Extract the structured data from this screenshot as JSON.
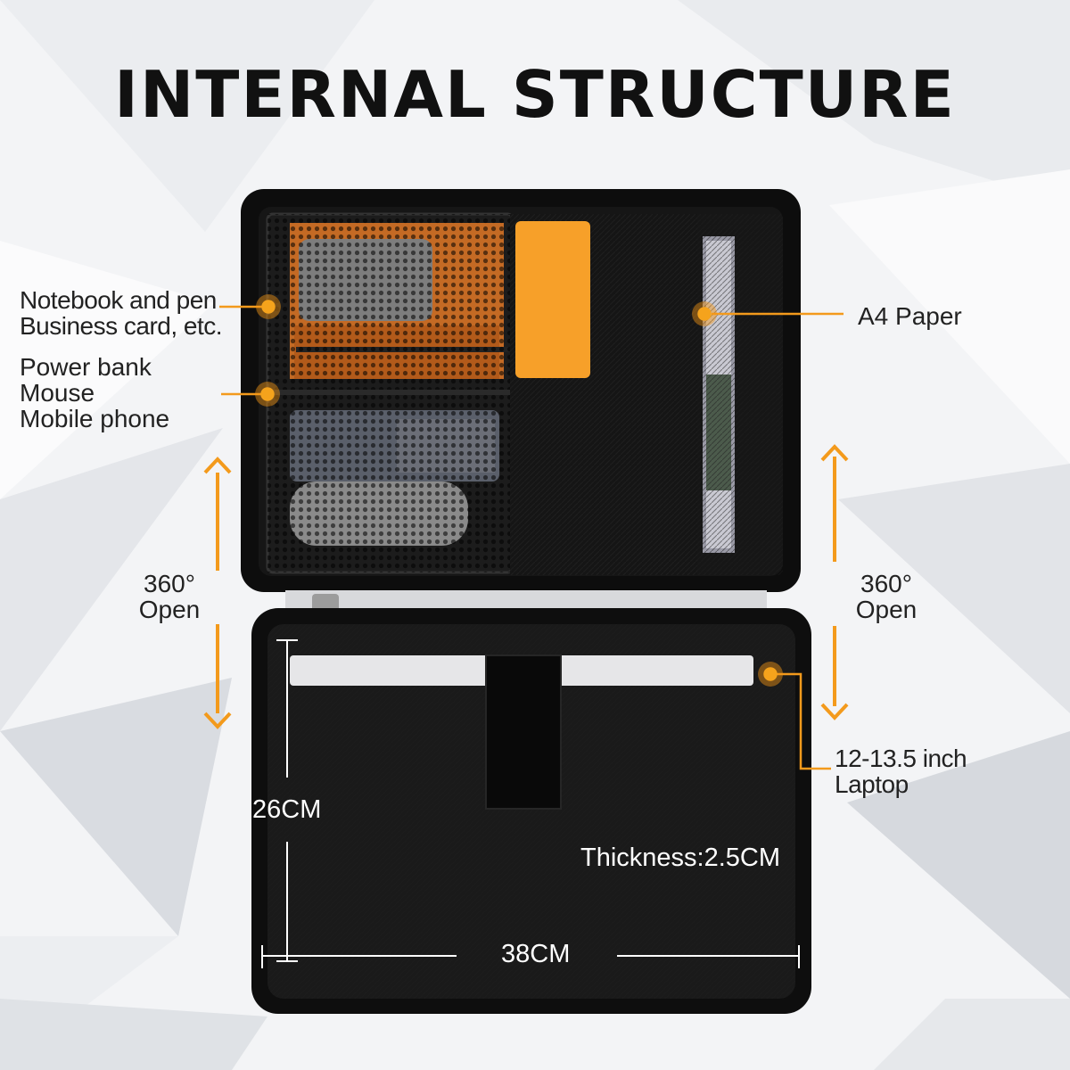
{
  "title": "INTERNAL STRUCTURE",
  "callouts": {
    "notebook": [
      "Notebook and pen",
      "Business card, etc."
    ],
    "power": [
      "Power bank",
      "Mouse",
      "Mobile phone"
    ],
    "a4": "A4 Paper",
    "laptop": [
      "12-13.5 inch",
      "Laptop"
    ],
    "open_left": [
      "360°",
      "Open"
    ],
    "open_right": [
      "360°",
      "Open"
    ]
  },
  "dimensions": {
    "height": "26CM",
    "width": "38CM",
    "thickness": "Thickness:2.5CM"
  },
  "colors": {
    "accent": "#f39a1c",
    "case": "#0d0d0d",
    "text": "#222222"
  }
}
